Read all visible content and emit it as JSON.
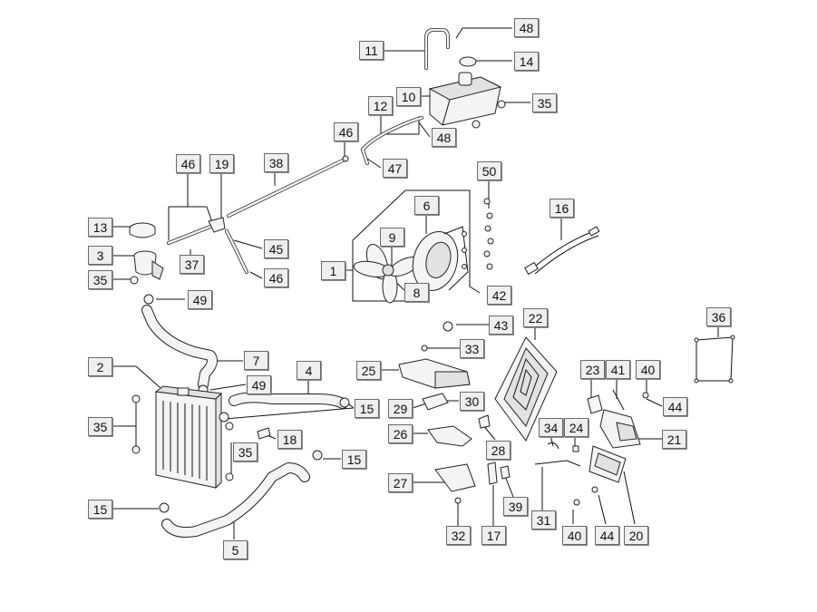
{
  "diagram": {
    "callouts": [
      {
        "id": "c48a",
        "text": "48"
      },
      {
        "id": "c11",
        "text": "11"
      },
      {
        "id": "c14",
        "text": "14"
      },
      {
        "id": "c10",
        "text": "10"
      },
      {
        "id": "c35a",
        "text": "35"
      },
      {
        "id": "c12",
        "text": "12"
      },
      {
        "id": "c48b",
        "text": "48"
      },
      {
        "id": "c46a",
        "text": "46"
      },
      {
        "id": "c47",
        "text": "47"
      },
      {
        "id": "c46b",
        "text": "46"
      },
      {
        "id": "c19",
        "text": "19"
      },
      {
        "id": "c38",
        "text": "38"
      },
      {
        "id": "c50",
        "text": "50"
      },
      {
        "id": "c6",
        "text": "6"
      },
      {
        "id": "c16",
        "text": "16"
      },
      {
        "id": "c13",
        "text": "13"
      },
      {
        "id": "c3",
        "text": "3"
      },
      {
        "id": "c9",
        "text": "9"
      },
      {
        "id": "c45",
        "text": "45"
      },
      {
        "id": "c37",
        "text": "37"
      },
      {
        "id": "c1",
        "text": "1"
      },
      {
        "id": "c35b",
        "text": "35"
      },
      {
        "id": "c46c",
        "text": "46"
      },
      {
        "id": "c49a",
        "text": "49"
      },
      {
        "id": "c8",
        "text": "8"
      },
      {
        "id": "c42",
        "text": "42"
      },
      {
        "id": "c22",
        "text": "22"
      },
      {
        "id": "c36",
        "text": "36"
      },
      {
        "id": "c43",
        "text": "43"
      },
      {
        "id": "c33",
        "text": "33"
      },
      {
        "id": "c7",
        "text": "7"
      },
      {
        "id": "c2",
        "text": "2"
      },
      {
        "id": "c4",
        "text": "4"
      },
      {
        "id": "c25",
        "text": "25"
      },
      {
        "id": "c23",
        "text": "23"
      },
      {
        "id": "c41",
        "text": "41"
      },
      {
        "id": "c40a",
        "text": "40"
      },
      {
        "id": "c49b",
        "text": "49"
      },
      {
        "id": "c30",
        "text": "30"
      },
      {
        "id": "c15a",
        "text": "15"
      },
      {
        "id": "c44a",
        "text": "44"
      },
      {
        "id": "c35c",
        "text": "35"
      },
      {
        "id": "c29",
        "text": "29"
      },
      {
        "id": "c34",
        "text": "34"
      },
      {
        "id": "c24",
        "text": "24"
      },
      {
        "id": "c26",
        "text": "26"
      },
      {
        "id": "c18",
        "text": "18"
      },
      {
        "id": "c21",
        "text": "21"
      },
      {
        "id": "c28",
        "text": "28"
      },
      {
        "id": "c35d",
        "text": "35"
      },
      {
        "id": "c15b",
        "text": "15"
      },
      {
        "id": "c27",
        "text": "27"
      },
      {
        "id": "c39",
        "text": "39"
      },
      {
        "id": "c15c",
        "text": "15"
      },
      {
        "id": "c31",
        "text": "31"
      },
      {
        "id": "c32",
        "text": "32"
      },
      {
        "id": "c17",
        "text": "17"
      },
      {
        "id": "c40b",
        "text": "40"
      },
      {
        "id": "c44b",
        "text": "44"
      },
      {
        "id": "c20",
        "text": "20"
      },
      {
        "id": "c5",
        "text": "5"
      }
    ]
  }
}
